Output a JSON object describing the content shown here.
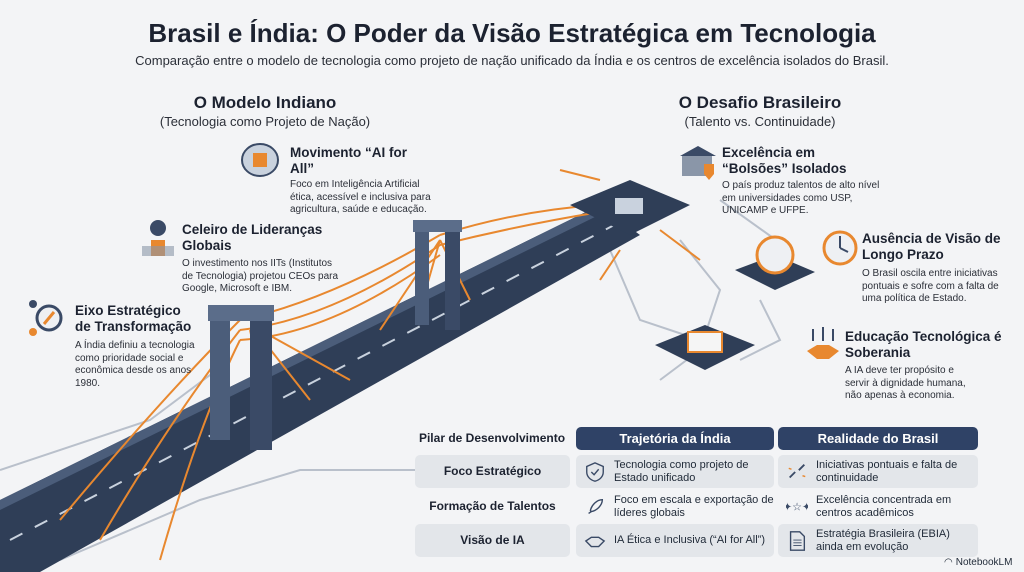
{
  "title": "Brasil e Índia: O Poder da Visão Estratégica em Tecnologia",
  "subtitle": "Comparação entre o modelo de tecnologia como projeto de nação unificado da Índia e os centros de excelência isolados do Brasil.",
  "india": {
    "heading": "O Modelo Indiano",
    "subheading": "(Tecnologia como Projeto de Nação)",
    "items": [
      {
        "title": "Movimento “AI for All”",
        "desc": "Foco em Inteligência Artificial ética, acessível e inclusiva para agricultura, saúde e educação.",
        "icon": "brain-ai-icon"
      },
      {
        "title": "Celeiro de Lideranças Globais",
        "desc": "O investimento nos IITs (Institutos de Tecnologia) projetou CEOs para Google, Microsoft e IBM.",
        "icon": "globe-podium-icon"
      },
      {
        "title": "Eixo Estratégico de Transformação",
        "desc": "A Índia definiu a tecnologia como prioridade social e econômica desde os anos 1980.",
        "icon": "compass-gears-icon"
      }
    ]
  },
  "brasil": {
    "heading": "O Desafio Brasileiro",
    "subheading": "(Talento vs. Continuidade)",
    "items": [
      {
        "title": "Excelência em “Bolsões” Isolados",
        "desc": "O país produz talentos de alto nível em universidades como USP, UNICAMP e UFPE.",
        "icon": "university-shield-icon"
      },
      {
        "title": "Ausência de Visão de Longo Prazo",
        "desc": "O Brasil oscila entre iniciativas pontuais e sofre com a falta de uma política de Estado.",
        "icon": "broken-clock-icon"
      },
      {
        "title": "Educação Tecnológica é Soberania",
        "desc": "A IA deve ter propósito e servir à dignidade humana, não apenas à economia.",
        "icon": "handshake-circuit-icon"
      }
    ]
  },
  "table": {
    "headers": [
      "Pilar de Desenvolvimento",
      "Trajetória da Índia",
      "Realidade do Brasil"
    ],
    "rows": [
      {
        "pillar": "Foco Estratégico",
        "india": "Tecnologia como projeto de Estado unificado",
        "brasil": "Iniciativas pontuais e falta de continuidade",
        "india_icon": "shield-check-icon",
        "brasil_icon": "broken-link-icon"
      },
      {
        "pillar": "Formação de Talentos",
        "india": "Foco em escala e exportação de líderes globais",
        "brasil": "Excelência concentrada em centros acadêmicos",
        "india_icon": "rocket-icon",
        "brasil_icon": "stars-icon"
      },
      {
        "pillar": "Visão de IA",
        "india": "IA Ética e Inclusiva (“AI for All”)",
        "brasil": "Estratégia Brasileira (EBIA) ainda em evolução",
        "india_icon": "handshake-icon",
        "brasil_icon": "document-icon"
      }
    ]
  },
  "brand": "NotebookLM",
  "colors": {
    "navy": "#2f4266",
    "orange": "#e8882f"
  }
}
